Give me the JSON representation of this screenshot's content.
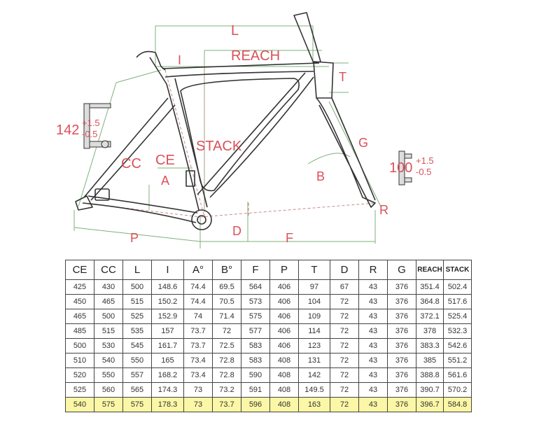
{
  "labels": {
    "L": "L",
    "I": "I",
    "REACH": "REACH",
    "T": "T",
    "STACK": "STACK",
    "G": "G",
    "CC": "CC",
    "CE": "CE",
    "A": "A",
    "B": "B",
    "R": "R",
    "D": "D",
    "P": "P",
    "F": "F"
  },
  "rear_spacing": {
    "value": "142",
    "plus": "+1.5",
    "minus": "-0.5"
  },
  "front_spacing": {
    "value": "100",
    "plus": "+1.5",
    "minus": "-0.5"
  },
  "table": {
    "headers": [
      "CE",
      "CC",
      "L",
      "I",
      "A°",
      "B°",
      "F",
      "P",
      "T",
      "D",
      "R",
      "G",
      "REACH",
      "STACK"
    ],
    "rows": [
      [
        "425",
        "430",
        "500",
        "148.6",
        "74.4",
        "69.5",
        "564",
        "406",
        "97",
        "67",
        "43",
        "376",
        "351.4",
        "502.4"
      ],
      [
        "450",
        "465",
        "515",
        "150.2",
        "74.4",
        "70.5",
        "573",
        "406",
        "104",
        "72",
        "43",
        "376",
        "364.8",
        "517.6"
      ],
      [
        "465",
        "500",
        "525",
        "152.9",
        "74",
        "71.4",
        "575",
        "406",
        "109",
        "72",
        "43",
        "376",
        "372.1",
        "525.4"
      ],
      [
        "485",
        "515",
        "535",
        "157",
        "73.7",
        "72",
        "577",
        "406",
        "114",
        "72",
        "43",
        "376",
        "378",
        "532.3"
      ],
      [
        "500",
        "530",
        "545",
        "161.7",
        "73.7",
        "72.5",
        "583",
        "406",
        "123",
        "72",
        "43",
        "376",
        "383.3",
        "542.6"
      ],
      [
        "510",
        "540",
        "550",
        "165",
        "73.4",
        "72.8",
        "583",
        "408",
        "131",
        "72",
        "43",
        "376",
        "385",
        "551.2"
      ],
      [
        "520",
        "550",
        "557",
        "168.2",
        "73.4",
        "72.8",
        "590",
        "408",
        "142",
        "72",
        "43",
        "376",
        "388.8",
        "561.6"
      ],
      [
        "525",
        "560",
        "565",
        "174.3",
        "73",
        "73.2",
        "591",
        "408",
        "149.5",
        "72",
        "43",
        "376",
        "390.7",
        "570.2"
      ],
      [
        "540",
        "575",
        "575",
        "178.3",
        "73",
        "73.7",
        "596",
        "408",
        "163",
        "72",
        "43",
        "376",
        "396.7",
        "584.8"
      ]
    ],
    "highlight_row": 8,
    "highlight_color": "#fbf7a6"
  },
  "colors": {
    "label": "#d9515a",
    "frame": "#333333",
    "dim_green": "#7fb07a",
    "dim_red": "#c98a8a"
  }
}
